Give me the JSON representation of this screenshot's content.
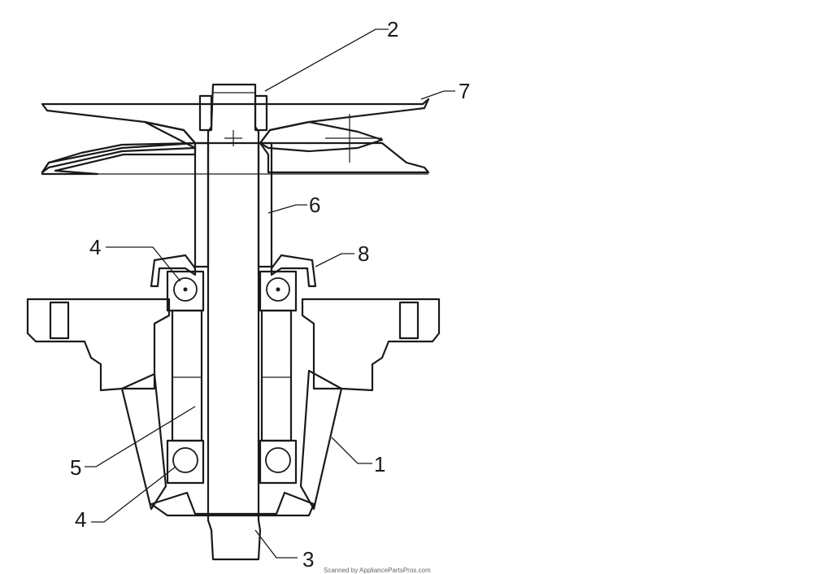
{
  "diagram": {
    "part_labels": {
      "spindle_housing": "1",
      "shaft_washer": "2",
      "spindle_shaft": "3",
      "bearing_upper": "4",
      "bearing_lower": "4",
      "bearing_spacer": "5",
      "shaft_sleeve": "6",
      "pulley": "7",
      "bearing_cap": "8"
    },
    "footer_text": "Scanned by AppliancePartsPros.com"
  },
  "colors": {
    "line": "#1a1a1a",
    "background": "#ffffff"
  }
}
